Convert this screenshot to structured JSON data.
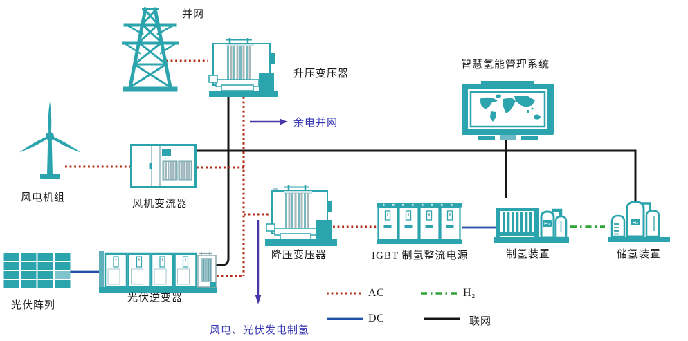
{
  "colors": {
    "teal": "#2ba4ae",
    "teal_light": "#7fc4cc",
    "ac_red": "#b22c17",
    "dc_blue": "#2152a8",
    "h2_green": "#2ea437",
    "network_black": "#161616",
    "arrow_purple": "#4a35a6",
    "annotation_blue": "#3737b5"
  },
  "nodes": {
    "grid_tower": {
      "label": "并网"
    },
    "stepup_transformer": {
      "label": "升压变压器"
    },
    "management_system": {
      "label": "智慧氢能管理系统"
    },
    "wind_turbine": {
      "label": "风电机组"
    },
    "wind_converter": {
      "label": "风机变流器"
    },
    "stepdown_transformer": {
      "label": "降压变压器"
    },
    "igbt_rectifier": {
      "label": "IGBT 制氢整流电源"
    },
    "h2_production": {
      "label": "制氢装置",
      "tag": "H₂"
    },
    "h2_storage": {
      "label": "储氢装置",
      "tag": "H₂"
    },
    "pv_array": {
      "label": "光伏阵列"
    },
    "pv_inverter": {
      "label": "光伏逆变器"
    }
  },
  "annotations": {
    "surplus_to_grid": "余电并网",
    "renewable_to_h2": "风电、光伏发电制氢"
  },
  "legend": {
    "ac": "AC",
    "dc": "DC",
    "h2": "H₂",
    "network": "联网"
  }
}
